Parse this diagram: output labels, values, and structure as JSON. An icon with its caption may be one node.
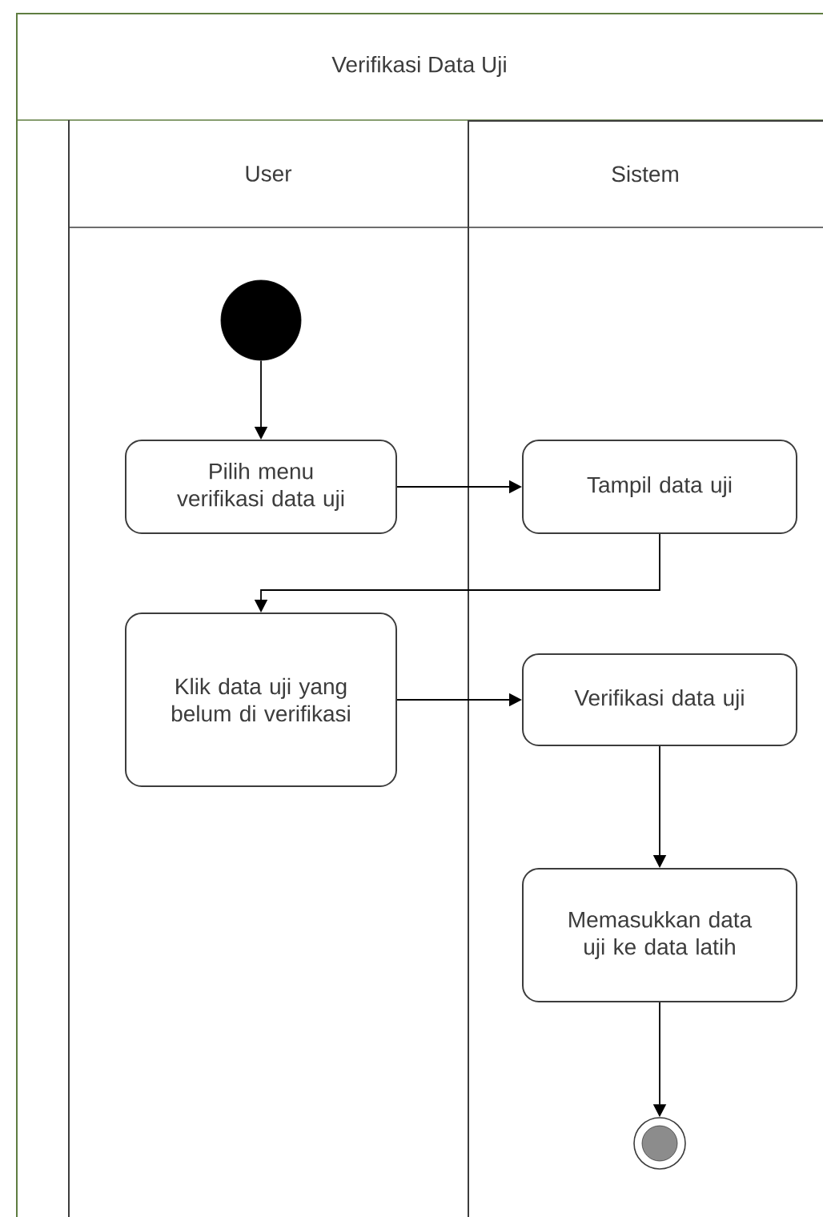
{
  "diagram": {
    "nodes": [
      {
        "text": [
          "Verifikasi Data Uji"
        ]
      },
      {
        "text": [
          "User"
        ],
        "in": 0
      },
      {
        "text": [
          "Sistem"
        ],
        "in": 0
      },
      {
        "text": [],
        "shape": "circle",
        "in": 1
      },
      {
        "text": [
          "Pilih menu verifikasi data uji"
        ],
        "in": 1
      },
      {
        "text": [
          "Tampil data uji"
        ],
        "in": 2
      },
      {
        "text": [
          "Klik data uji yang belum di verifikasi"
        ],
        "in": 1
      },
      {
        "text": [
          "Verifikasi data uji"
        ],
        "in": 2
      },
      {
        "text": [
          "Memasukkan data uji ke data latih"
        ],
        "in": 2
      },
      {
        "text": [],
        "shape": "bullseye",
        "in": 2
      }
    ],
    "edges": [
      {
        "from": 3,
        "to": 4,
        "arrow": "to"
      },
      {
        "from": 4,
        "to": 5,
        "arrow": "to"
      },
      {
        "from": 5,
        "to": 6,
        "arrow": "to"
      },
      {
        "from": 6,
        "to": 7,
        "arrow": "to"
      },
      {
        "from": 7,
        "to": 8,
        "arrow": "to"
      },
      {
        "from": 8,
        "to": 9,
        "arrow": "to"
      }
    ]
  }
}
